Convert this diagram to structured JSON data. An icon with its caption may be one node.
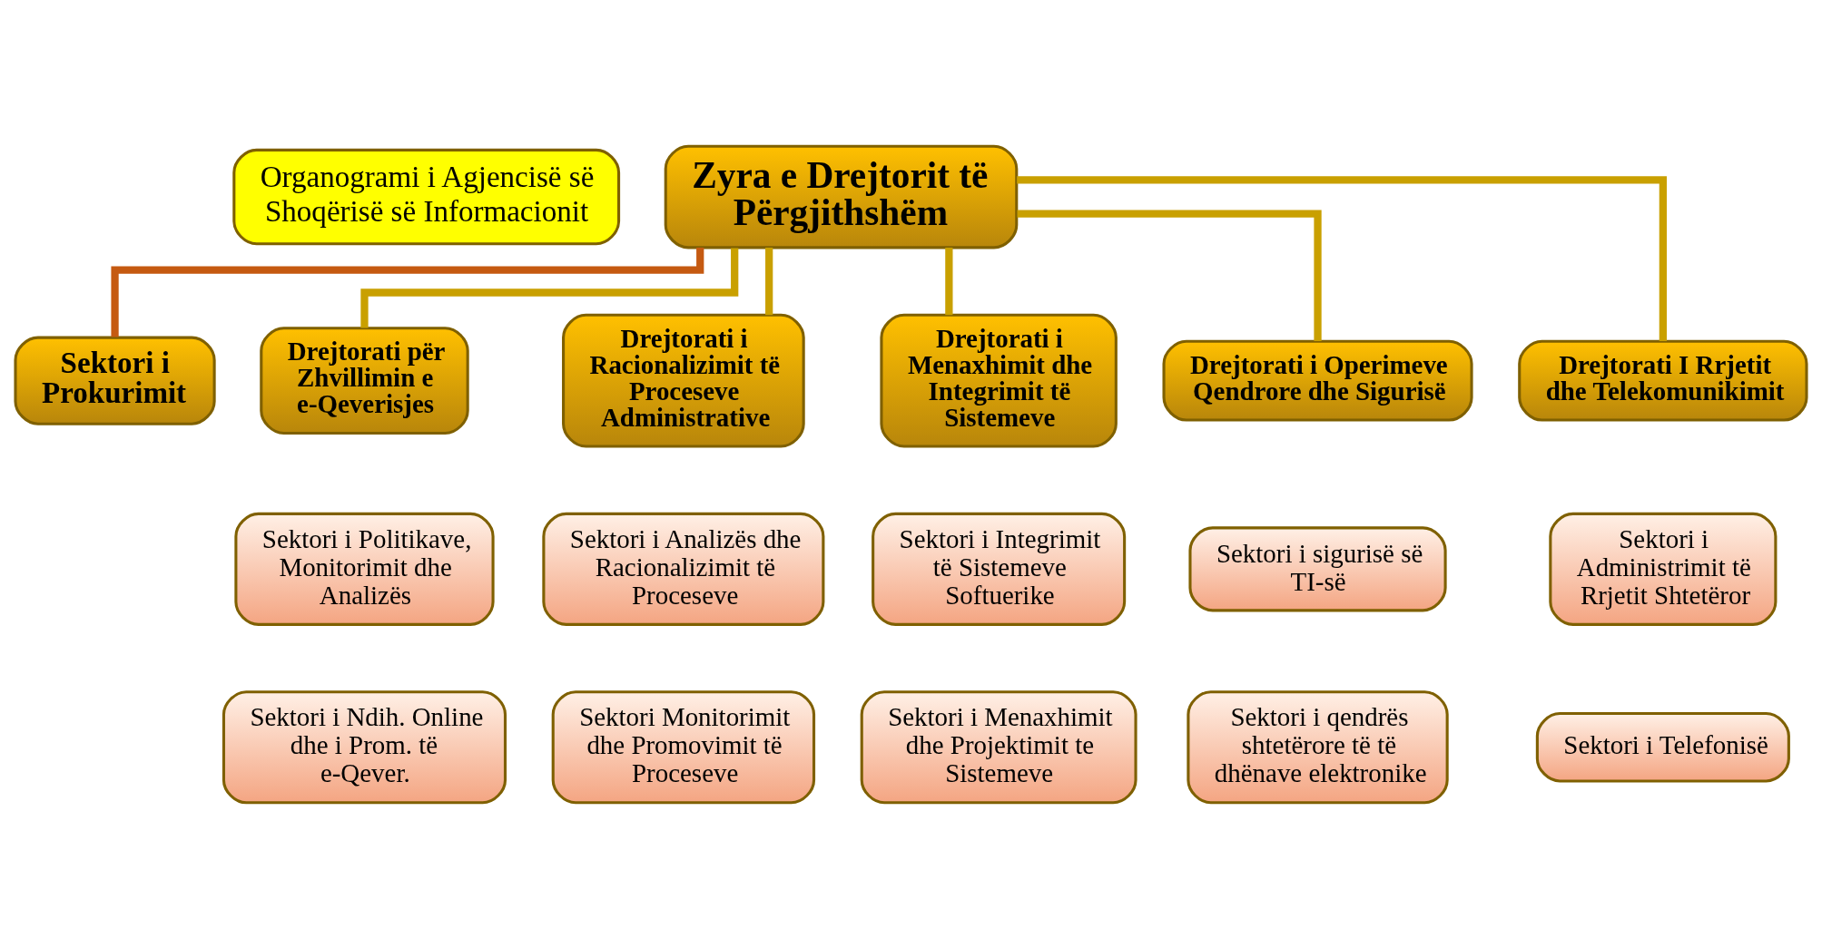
{
  "diagram": {
    "nodes": [
      {
        "text": [
          "Organogrami i Agjencisë së Shoqërisë së Informacionit"
        ]
      },
      {
        "text": [
          "Zyra e Drejtorit të Përgjithshëm"
        ]
      },
      {
        "text": [
          "Sektori i Prokurimit"
        ]
      },
      {
        "text": [
          "Drejtorati për Zhvillimin e e-Qeverisjes"
        ]
      },
      {
        "text": [
          "Drejtorati i Racionalizimit të Proceseve Administrative"
        ]
      },
      {
        "text": [
          "Drejtorati i Menaxhimit dhe Integrimit të Sistemeve"
        ]
      },
      {
        "text": [
          "Drejtorati i Operimeve Qendrore dhe Sigurisë"
        ]
      },
      {
        "text": [
          "Drejtorati I Rrjetit dhe Telekomunikimit"
        ]
      },
      {
        "text": [
          "Sektori i Politikave, Monitorimit dhe Analizës"
        ]
      },
      {
        "text": [
          "Sektori i Analizës dhe Racionalizimit të Proceseve"
        ]
      },
      {
        "text": [
          "Sektori i Integrimit të Sistemeve Softuerike"
        ]
      },
      {
        "text": [
          "Sektori i sigurisë së TI-së"
        ]
      },
      {
        "text": [
          "Sektori i Administrimit të Rrjetit Shtetëror"
        ]
      },
      {
        "text": [
          "Sektori i Ndih. Online dhe i Prom. të e-Qever."
        ]
      },
      {
        "text": [
          "Sektori Monitorimit dhe Promovimit të Proceseve"
        ]
      },
      {
        "text": [
          "Sektori i Menaxhimit dhe Projektimit te Sistemeve"
        ]
      },
      {
        "text": [
          "Sektori i qendrës shtetërore të të dhënave elektronike"
        ]
      },
      {
        "text": [
          "Sektori i Telefonisë"
        ]
      }
    ],
    "edges": [
      {
        "from": 1,
        "to": 2,
        "arrow": "none",
        "color": "#c55a11"
      },
      {
        "from": 1,
        "to": 3,
        "arrow": "none"
      },
      {
        "from": 1,
        "to": 4,
        "arrow": "none"
      },
      {
        "from": 1,
        "to": 5,
        "arrow": "none"
      },
      {
        "from": 1,
        "to": 6,
        "arrow": "none"
      },
      {
        "from": 1,
        "to": 7,
        "arrow": "none"
      }
    ]
  }
}
